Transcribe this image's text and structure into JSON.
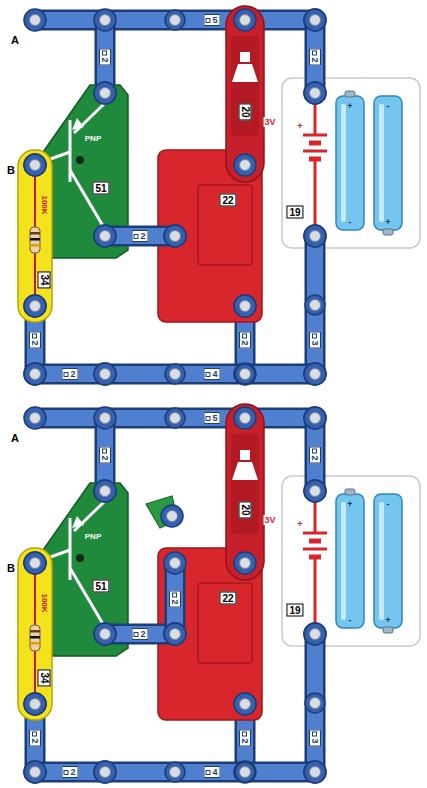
{
  "diagram": {
    "nodes": [
      {
        "text": [
          "5"
        ]
      },
      {
        "text": [
          "2"
        ]
      },
      {
        "text": [
          "20"
        ]
      },
      {
        "text": [
          "2"
        ]
      },
      {
        "text": [
          "PNP",
          "51"
        ]
      },
      {
        "text": [
          "3V",
          "+",
          "19"
        ]
      },
      {
        "text": [
          "100K",
          "34"
        ]
      },
      {
        "text": [
          "2"
        ]
      },
      {
        "text": [
          "22"
        ]
      },
      {
        "text": [
          "2"
        ]
      },
      {
        "text": [
          "2"
        ]
      },
      {
        "text": [
          "3"
        ]
      },
      {
        "text": [
          "2"
        ]
      },
      {
        "text": [
          "4"
        ]
      },
      {
        "text": [
          "5"
        ]
      },
      {
        "text": [
          "2"
        ]
      },
      {
        "text": [
          "20"
        ]
      },
      {
        "text": [
          "2"
        ]
      },
      {
        "text": [
          "PNP",
          "51"
        ]
      },
      {
        "text": [
          "3V",
          "+",
          "19"
        ]
      },
      {
        "text": [
          "100K",
          "34"
        ]
      },
      {
        "text": [
          "2"
        ]
      },
      {
        "text": [
          "2"
        ]
      },
      {
        "text": [
          "22"
        ]
      },
      {
        "text": [
          "2"
        ]
      },
      {
        "text": [
          "2"
        ]
      },
      {
        "text": [
          "3"
        ]
      },
      {
        "text": [
          "2"
        ]
      },
      {
        "text": [
          "4"
        ]
      }
    ],
    "labels": [
      "A",
      "B",
      "+",
      "-",
      "-",
      "+",
      "A",
      "B",
      "+",
      "-",
      "-",
      "+"
    ]
  }
}
